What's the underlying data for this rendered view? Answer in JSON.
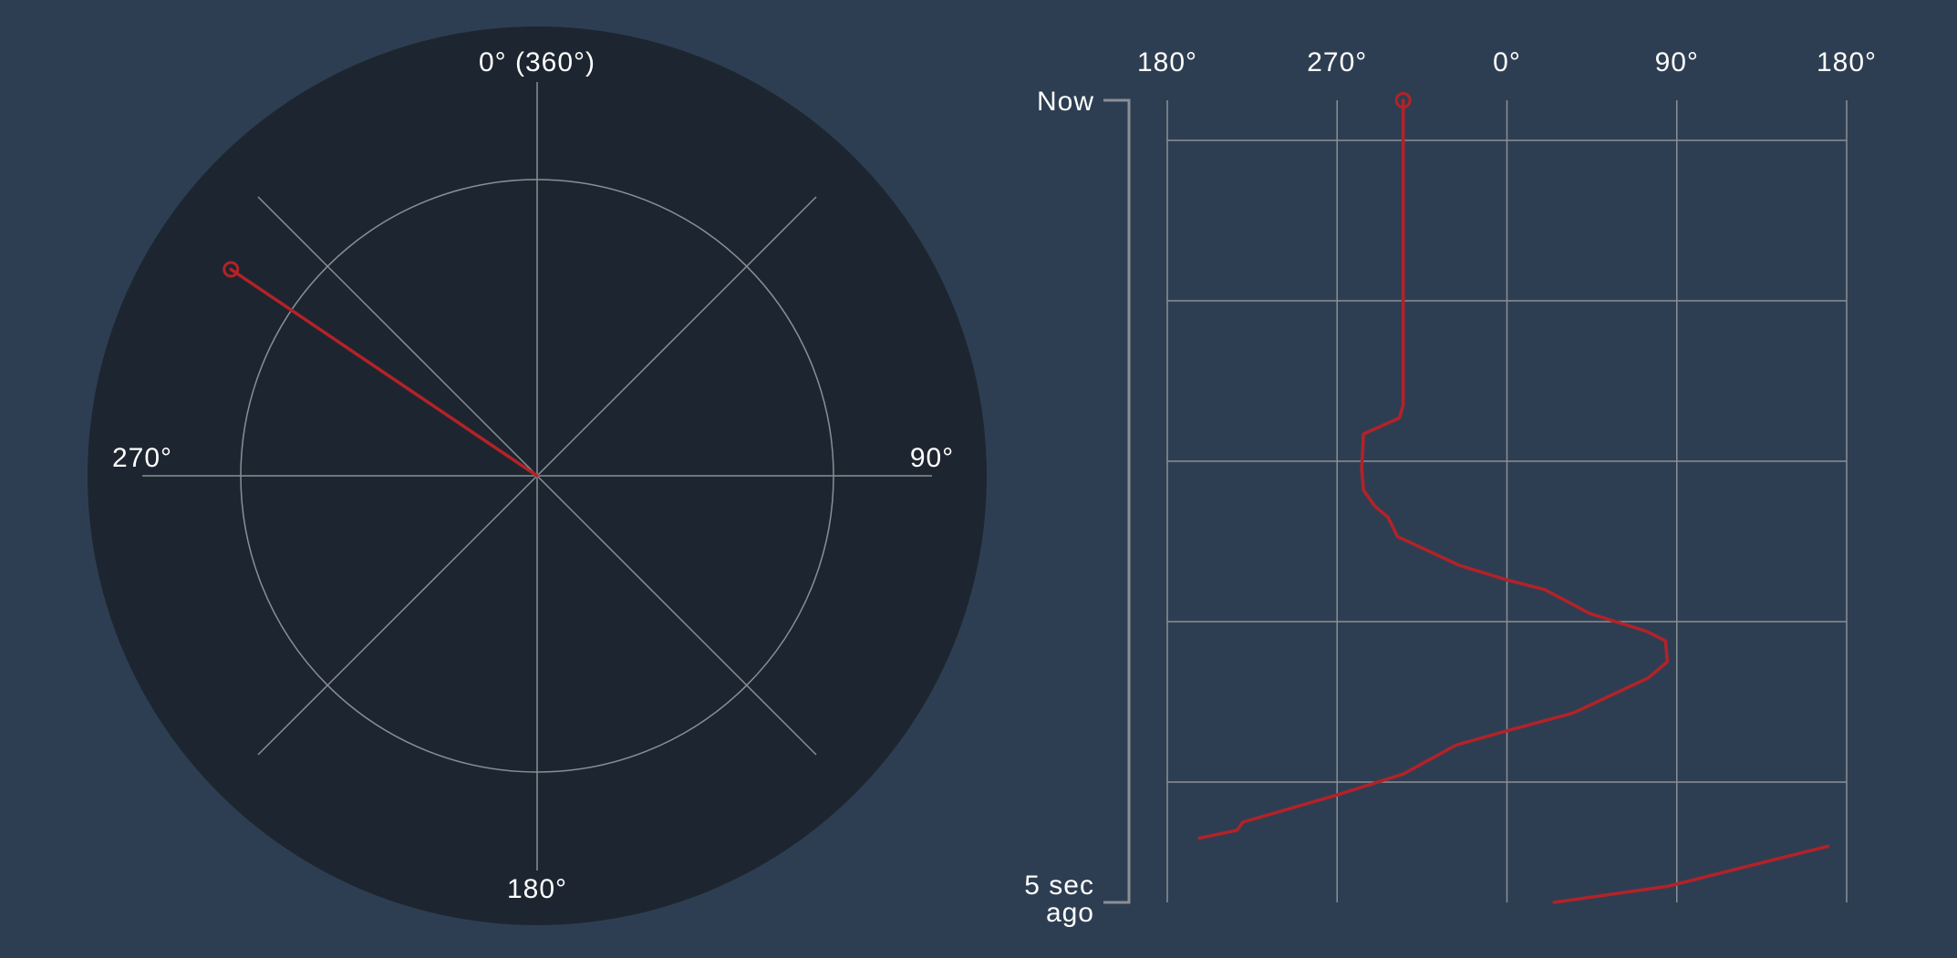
{
  "colors": {
    "background": "#2e3e52",
    "dial_face": "#1d2630",
    "grid": "#8a8f96",
    "heading_trace": "#b32228",
    "text": "#ffffff"
  },
  "compass": {
    "labels": {
      "north": "0° (360°)",
      "east": "90°",
      "south": "180°",
      "west": "270°"
    },
    "current_heading_deg": 304
  },
  "history": {
    "x_tick_labels": [
      "180°",
      "270°",
      "0°",
      "90°",
      "180°"
    ],
    "time_label_now": "Now",
    "time_label_past_line1": "5 sec",
    "time_label_past_line2": "ago"
  },
  "chart_data": [
    {
      "type": "polar",
      "title": "",
      "angle_ticks": [
        0,
        90,
        180,
        270
      ],
      "angle_tick_labels": [
        "0° (360°)",
        "90°",
        "180°",
        "270°"
      ],
      "series": [
        {
          "values": [
            {
              "angle_deg": 304,
              "radius": 1.0
            }
          ]
        }
      ],
      "grid": true
    },
    {
      "type": "line",
      "title": "",
      "xlabel": "",
      "ylabel": "",
      "xlim": [
        -180,
        180
      ],
      "x_tick_values": [
        -180,
        -90,
        0,
        90,
        180
      ],
      "x_tick_labels": [
        "180°",
        "270°",
        "0°",
        "90°",
        "180°"
      ],
      "ylim": [
        0,
        5
      ],
      "y_unit": "seconds ago",
      "y_tick_labels": [
        "Now",
        "5 sec ago"
      ],
      "grid": true,
      "series": [
        {
          "values": [
            {
              "x": -55,
              "y": 0.0
            },
            {
              "x": -55,
              "y": 0.5
            },
            {
              "x": -55,
              "y": 1.0
            },
            {
              "x": -55,
              "y": 1.5
            },
            {
              "x": -55,
              "y": 1.9
            },
            {
              "x": -57,
              "y": 1.98
            },
            {
              "x": -76,
              "y": 2.08
            },
            {
              "x": -77,
              "y": 2.3
            },
            {
              "x": -76,
              "y": 2.43
            },
            {
              "x": -70,
              "y": 2.53
            },
            {
              "x": -63,
              "y": 2.6
            },
            {
              "x": -58,
              "y": 2.72
            },
            {
              "x": -25,
              "y": 2.9
            },
            {
              "x": 0,
              "y": 2.99
            },
            {
              "x": 20,
              "y": 3.05
            },
            {
              "x": 44,
              "y": 3.2
            },
            {
              "x": 74,
              "y": 3.31
            },
            {
              "x": 84,
              "y": 3.37
            },
            {
              "x": 85,
              "y": 3.5
            },
            {
              "x": 75,
              "y": 3.6
            },
            {
              "x": 35,
              "y": 3.82
            },
            {
              "x": 0,
              "y": 3.93
            },
            {
              "x": -27,
              "y": 4.02
            },
            {
              "x": -55,
              "y": 4.2
            },
            {
              "x": -90,
              "y": 4.33
            },
            {
              "x": -140,
              "y": 4.5
            },
            {
              "x": -143,
              "y": 4.55
            },
            {
              "x": -163,
              "y": 4.6
            }
          ]
        },
        {
          "values": [
            {
              "x": 170,
              "y": 4.65
            },
            {
              "x": 85,
              "y": 4.9
            },
            {
              "x": 25,
              "y": 5.0
            }
          ]
        }
      ]
    }
  ]
}
